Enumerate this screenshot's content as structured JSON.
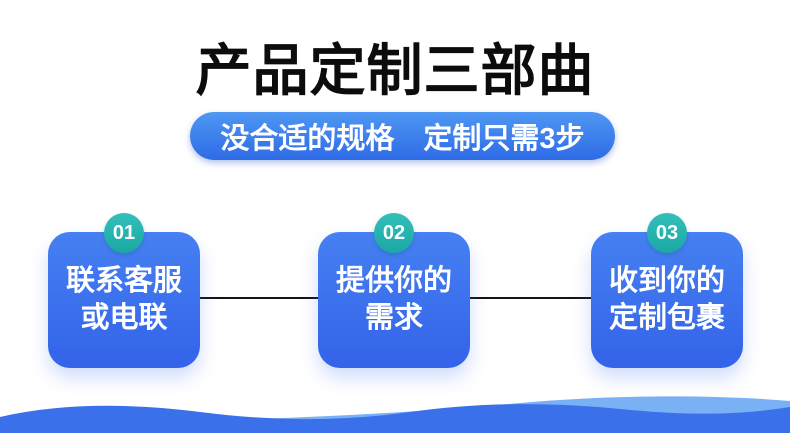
{
  "header": {
    "title": "产品定制三部曲"
  },
  "subtitle": {
    "text": "没合适的规格　定制只需3步"
  },
  "steps": [
    {
      "number": "01",
      "lines": [
        "联系客服",
        "或电联"
      ]
    },
    {
      "number": "02",
      "lines": [
        "提供你的",
        "需求"
      ]
    },
    {
      "number": "03",
      "lines": [
        "收到你的",
        "定制包裹"
      ]
    }
  ],
  "colors": {
    "title-ink": "#0c0c0c",
    "pill-top": "#4f97f3",
    "pill-bottom": "#2e6be6",
    "box-top": "#4680f2",
    "box-bottom": "#3363e9",
    "badge-top": "#33bfba",
    "badge-bottom": "#1ba7a4",
    "connector": "#141414",
    "wave-main": "#3a70ea",
    "wave-light": "#7ab0f4"
  }
}
